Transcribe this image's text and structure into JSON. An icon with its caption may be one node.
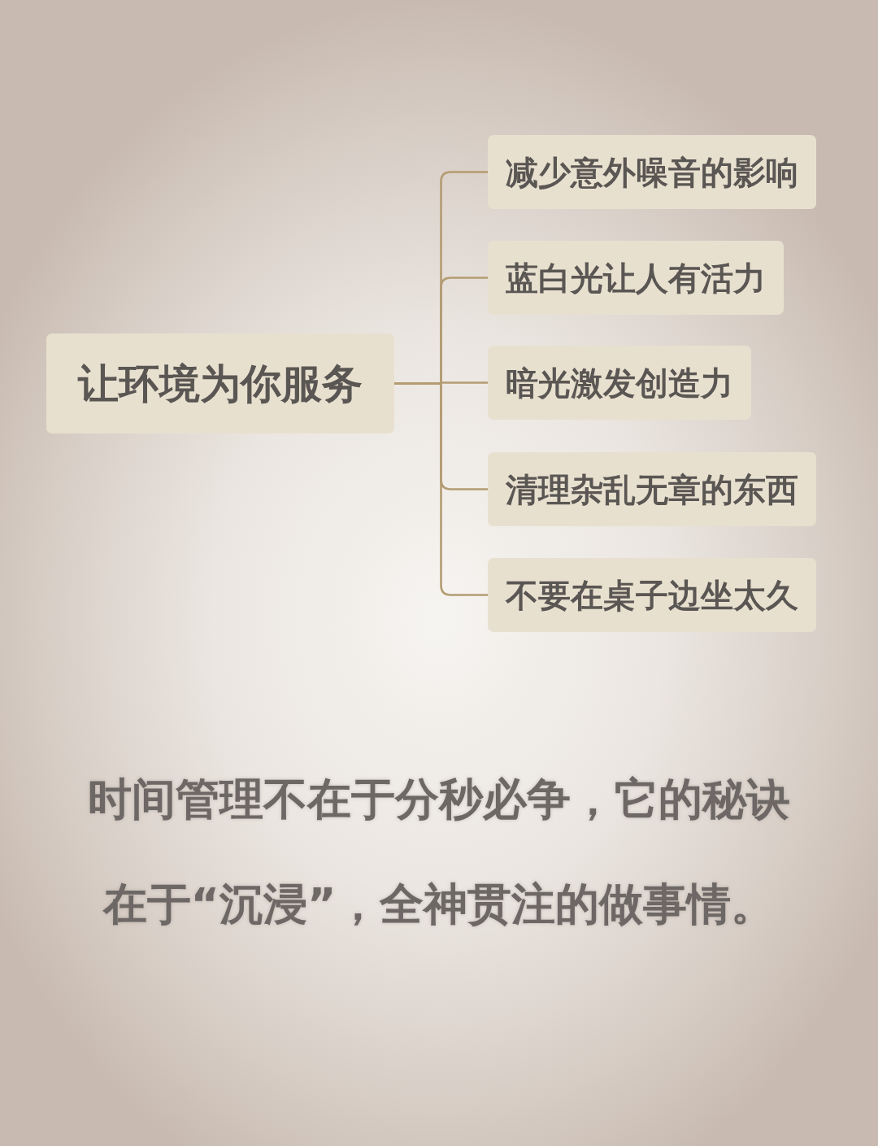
{
  "diagram": {
    "nodes": [
      {
        "text": [
          "让环境为你服务"
        ]
      },
      {
        "text": [
          "减少意外噪音的影响"
        ]
      },
      {
        "text": [
          "蓝白光让人有活力"
        ]
      },
      {
        "text": [
          "暗光激发创造力"
        ]
      },
      {
        "text": [
          "清理杂乱无章的东西"
        ]
      },
      {
        "text": [
          "不要在桌子边坐太久"
        ]
      }
    ],
    "edges": [
      {
        "from": 0,
        "to": 1,
        "arrow": "none"
      },
      {
        "from": 0,
        "to": 2,
        "arrow": "none"
      },
      {
        "from": 0,
        "to": 3,
        "arrow": "none"
      },
      {
        "from": 0,
        "to": 4,
        "arrow": "none"
      },
      {
        "from": 0,
        "to": 5,
        "arrow": "none"
      }
    ],
    "labels": [
      "时间管理不在于分秒必争，它的秘诀在于“沉浸”，全神贯注的做事情。"
    ]
  }
}
